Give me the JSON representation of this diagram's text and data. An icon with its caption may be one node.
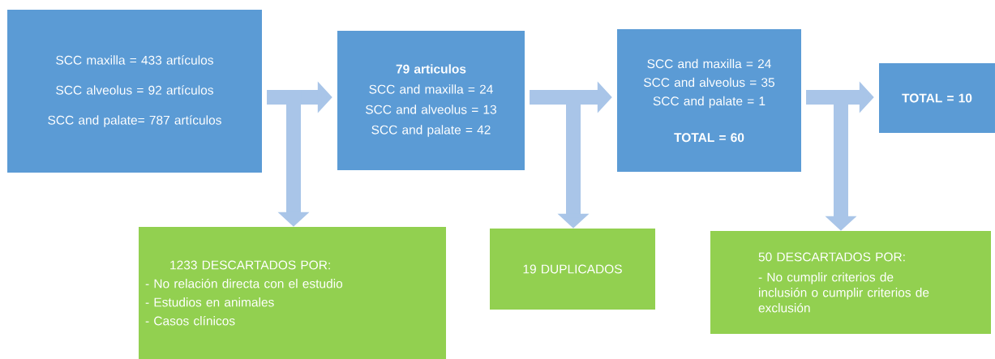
{
  "diagram": {
    "nodes": [
      {
        "text": [
          "SCC  maxilla = 433 artículos",
          "SCC  alveolus = 92 artículos",
          "SCC and palate= 787 artículos"
        ]
      },
      {
        "text": [
          "79 articulos",
          "SCC and maxilla = 24",
          "SCC and alveolus = 13",
          "SCC and palate = 42"
        ]
      },
      {
        "text": [
          "SCC and maxilla = 24",
          "SCC and alveolus = 35",
          "SCC and palate = 1",
          "TOTAL  =   60"
        ]
      },
      {
        "text": [
          "TOTAL = 10"
        ]
      },
      {
        "text": [
          "1233 DESCARTADOS  POR:",
          "- No relación directa con el estudio",
          "- Estudios  en animales",
          "- Casos clínicos"
        ]
      },
      {
        "text": [
          "19 DUPLICADOS"
        ]
      },
      {
        "text": [
          "50 DESCARTADOS  POR:",
          "- No cumplir criterios  de inclusión o cumplir criterios  de exclusión"
        ]
      }
    ],
    "edges": [
      {
        "from": 0,
        "to": 1,
        "arrow": "to"
      },
      {
        "from": 0,
        "to": 4,
        "arrow": "to"
      },
      {
        "from": 1,
        "to": 2,
        "arrow": "to"
      },
      {
        "from": 1,
        "to": 5,
        "arrow": "to"
      },
      {
        "from": 2,
        "to": 3,
        "arrow": "to"
      },
      {
        "from": 2,
        "to": 6,
        "arrow": "to"
      }
    ]
  }
}
